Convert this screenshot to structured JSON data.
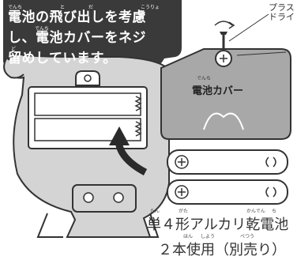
{
  "callout": {
    "line1": "電池の飛び出しを考慮",
    "line2": "し、電池カバーをネジ",
    "line3": "留めしています。",
    "ruby1": [
      "でんち",
      "と",
      "だ",
      "こうりょ"
    ],
    "ruby2": [
      "でんち"
    ],
    "ruby3": [
      "ど"
    ]
  },
  "screw_note": "プラス\nドライ",
  "cover": {
    "label": "電池カバー",
    "ruby": "でんち"
  },
  "caption": {
    "line1": "単４形アルカリ乾電池",
    "line1_ruby": [
      "たん",
      "がた",
      "かんでん",
      "ち"
    ],
    "line2": "２本使用（別売り）",
    "line2_ruby": [
      "ほん",
      "しよう",
      "べつう"
    ]
  },
  "colors": {
    "ink": "#333333",
    "callout_bg": "#3a3a3a",
    "gray": "#a8a8a8",
    "light": "#d0d0d0"
  }
}
